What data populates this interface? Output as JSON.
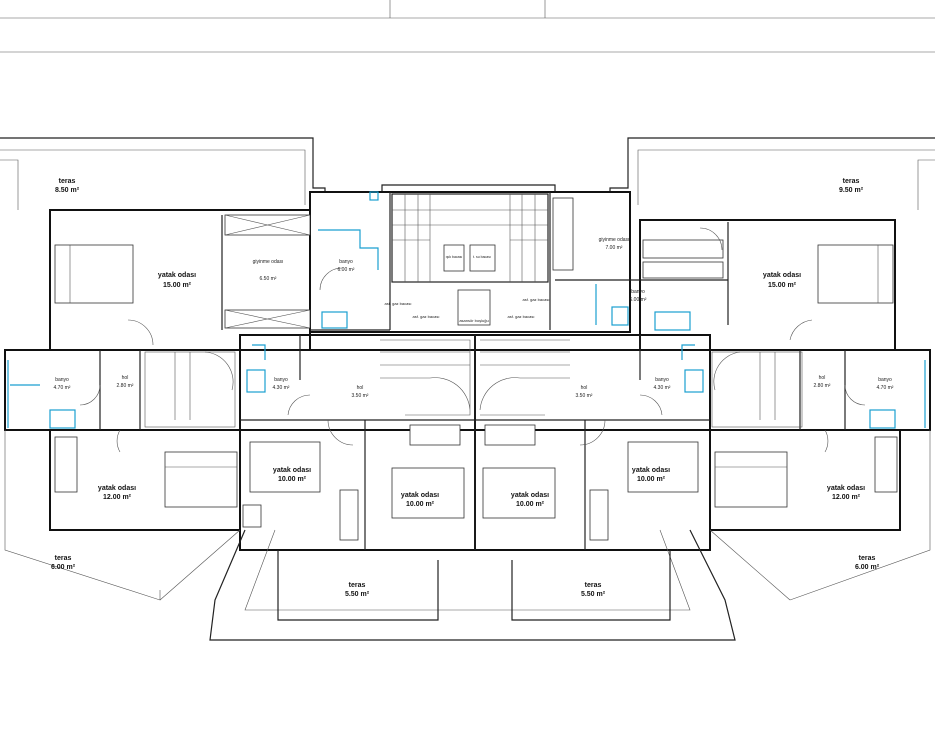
{
  "rooms": {
    "teras_tl": {
      "name": "teras",
      "area": "8.50 m²"
    },
    "teras_tr": {
      "name": "teras",
      "area": "9.50 m²"
    },
    "yatak_tl": {
      "name": "yatak odası",
      "area": "15.00 m²"
    },
    "yatak_tr": {
      "name": "yatak odası",
      "area": "15.00 m²"
    },
    "giyinme_l": {
      "name": "giyinme odası",
      "area": "6.50 m²"
    },
    "giyinme_r": {
      "name": "giyinme odası",
      "area": "7.00 m²"
    },
    "banyo_tl": {
      "name": "banyo",
      "area": "6.00 m²"
    },
    "banyo_tr": {
      "name": "banyo",
      "area": "6.00 m²"
    },
    "banyo_ml": {
      "name": "banyo",
      "area": "4.70 m²"
    },
    "banyo_mr": {
      "name": "banyo",
      "area": "4.70 m²"
    },
    "hol_l": {
      "name": "hol",
      "area": "2.80 m²"
    },
    "hol_r": {
      "name": "hol",
      "area": "2.80 m²"
    },
    "banyo_cl": {
      "name": "banyo",
      "area": "4.30 m²"
    },
    "banyo_cr": {
      "name": "banyo",
      "area": "4.30 m²"
    },
    "hol_cl": {
      "name": "hol",
      "area": "3.50 m²"
    },
    "hol_cr": {
      "name": "hol",
      "area": "3.50 m²"
    },
    "yatak_bl": {
      "name": "yatak odası",
      "area": "12.00 m²"
    },
    "yatak_br": {
      "name": "yatak odası",
      "area": "12.00 m²"
    },
    "yatak_cl1": {
      "name": "yatak odası",
      "area": "10.00 m²"
    },
    "yatak_cl2": {
      "name": "yatak odası",
      "area": "10.00 m²"
    },
    "yatak_cr1": {
      "name": "yatak odası",
      "area": "10.00 m²"
    },
    "yatak_cr2": {
      "name": "yatak odası",
      "area": "10.00 m²"
    },
    "teras_bl": {
      "name": "teras",
      "area": "6.00 m²"
    },
    "teras_br": {
      "name": "teras",
      "area": "6.00 m²"
    },
    "teras_bcl": {
      "name": "teras",
      "area": "5.50 m²"
    },
    "teras_bcr": {
      "name": "teras",
      "area": "5.50 m²"
    }
  },
  "shafts": {
    "l1": "asf. gaz bacası",
    "l2": "asf. gaz bacası",
    "r1": "asf. gaz bacası",
    "r2": "asf. gaz bacası",
    "center": "asansör boşluğu",
    "c1": "ışık bacası",
    "c2": "t. su bacası"
  }
}
